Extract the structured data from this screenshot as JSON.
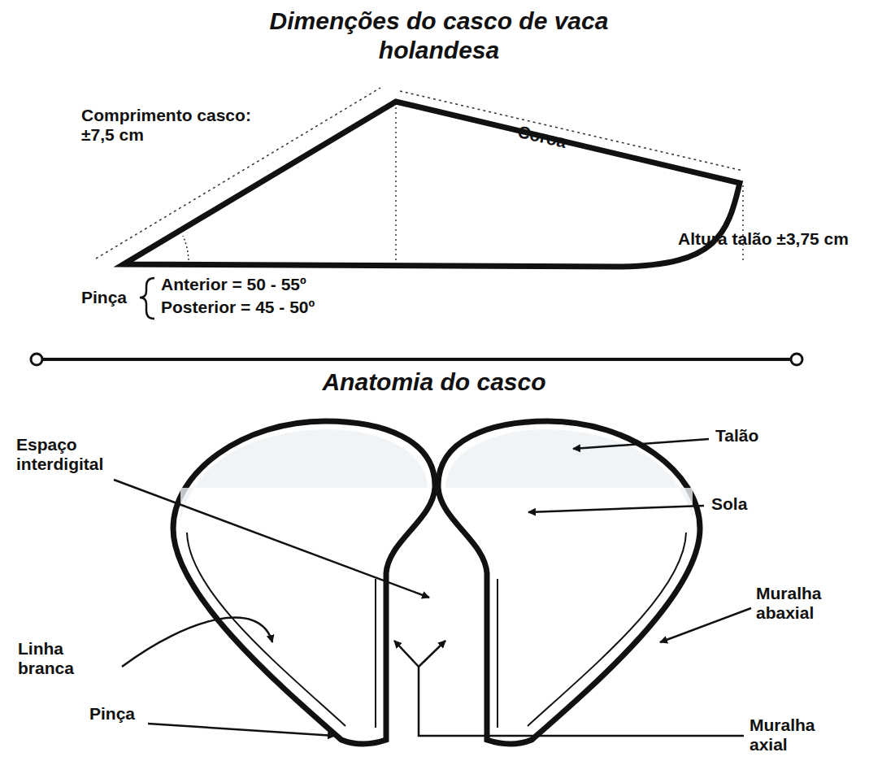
{
  "diagram": {
    "title": "Dimenções do casco de vaca holandesa",
    "labels": [
      "Comprimento casco: ±7,5 cm",
      "Coroa",
      "Altura talão ±3,75 cm",
      "Pinça",
      "Anterior = 50 - 55º",
      "Posterior = 45 - 50º",
      "Anatomia do casco",
      "Espaço interdigital",
      "Talão",
      "Sola",
      "Muralha abaxial",
      "Linha branca",
      "Pinça",
      "Muralha axial"
    ]
  }
}
